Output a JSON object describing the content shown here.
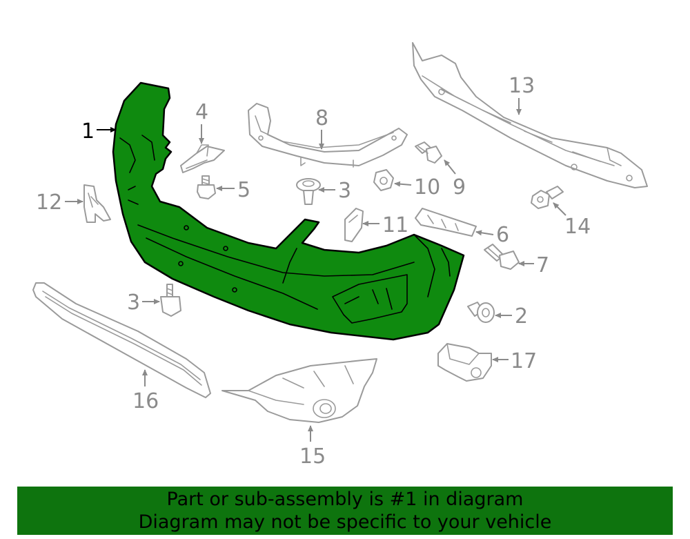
{
  "callouts": {
    "c1": "1",
    "c2": "2",
    "c3a": "3",
    "c3b": "3",
    "c4": "4",
    "c5": "5",
    "c6": "6",
    "c7": "7",
    "c8": "8",
    "c9": "9",
    "c10": "10",
    "c11": "11",
    "c12": "12",
    "c13": "13",
    "c14": "14",
    "c15": "15",
    "c16": "16",
    "c17": "17"
  },
  "highlight_color": "#0f8a0f",
  "banner": {
    "line1": "Part or sub-assembly is #1 in diagram",
    "line2": "Diagram may not be specific to your vehicle",
    "color": "#0e740e"
  }
}
